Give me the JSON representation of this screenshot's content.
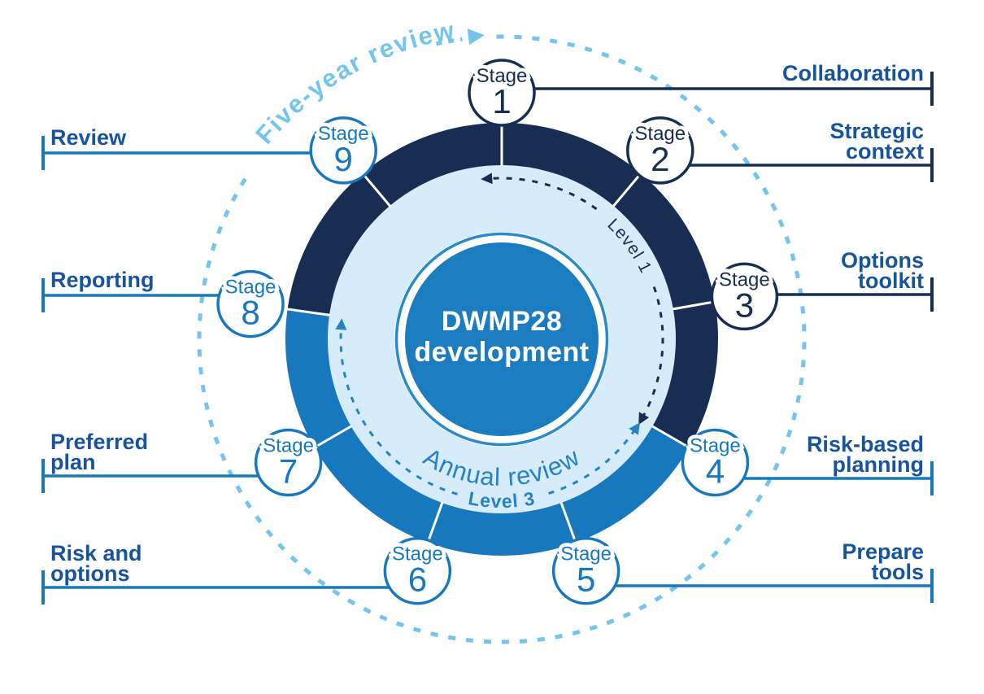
{
  "title": {
    "line1": "DWMP28",
    "line2": "development"
  },
  "rings": {
    "five_year_label": "Five-year review",
    "annual_label": "Annual review",
    "level1_label": "Level 1",
    "level3_label": "Level 3"
  },
  "stages": [
    {
      "num": "1",
      "word": "Stage",
      "scheme": "navy",
      "side": "right",
      "label_lines": [
        "Collaboration"
      ]
    },
    {
      "num": "2",
      "word": "Stage",
      "scheme": "navy",
      "side": "right",
      "label_lines": [
        "Strategic",
        "context"
      ]
    },
    {
      "num": "3",
      "word": "Stage",
      "scheme": "navy",
      "side": "right",
      "label_lines": [
        "Options",
        "toolkit"
      ]
    },
    {
      "num": "4",
      "word": "Stage",
      "scheme": "blue",
      "side": "right",
      "label_lines": [
        "Risk-based",
        "planning"
      ]
    },
    {
      "num": "5",
      "word": "Stage",
      "scheme": "blue",
      "side": "right",
      "label_lines": [
        "Prepare",
        "tools"
      ]
    },
    {
      "num": "6",
      "word": "Stage",
      "scheme": "blue",
      "side": "left",
      "label_lines": [
        "Risk and",
        "options"
      ]
    },
    {
      "num": "7",
      "word": "Stage",
      "scheme": "blue",
      "side": "left",
      "label_lines": [
        "Preferred",
        "plan"
      ]
    },
    {
      "num": "8",
      "word": "Stage",
      "scheme": "blue",
      "side": "left",
      "label_lines": [
        "Reporting"
      ]
    },
    {
      "num": "9",
      "word": "Stage",
      "scheme": "blue",
      "side": "left",
      "label_lines": [
        "Review"
      ]
    }
  ],
  "colors": {
    "navy": "#172e52",
    "blue": "#1878bd",
    "center_blue": "#1b7cc0",
    "light": "#d7ecfa",
    "sky": "#73c5ee",
    "label": "#17549b",
    "inner_ring": "#2b8ac9",
    "white": "#ffffff",
    "annual_blue": "#2583c5"
  }
}
